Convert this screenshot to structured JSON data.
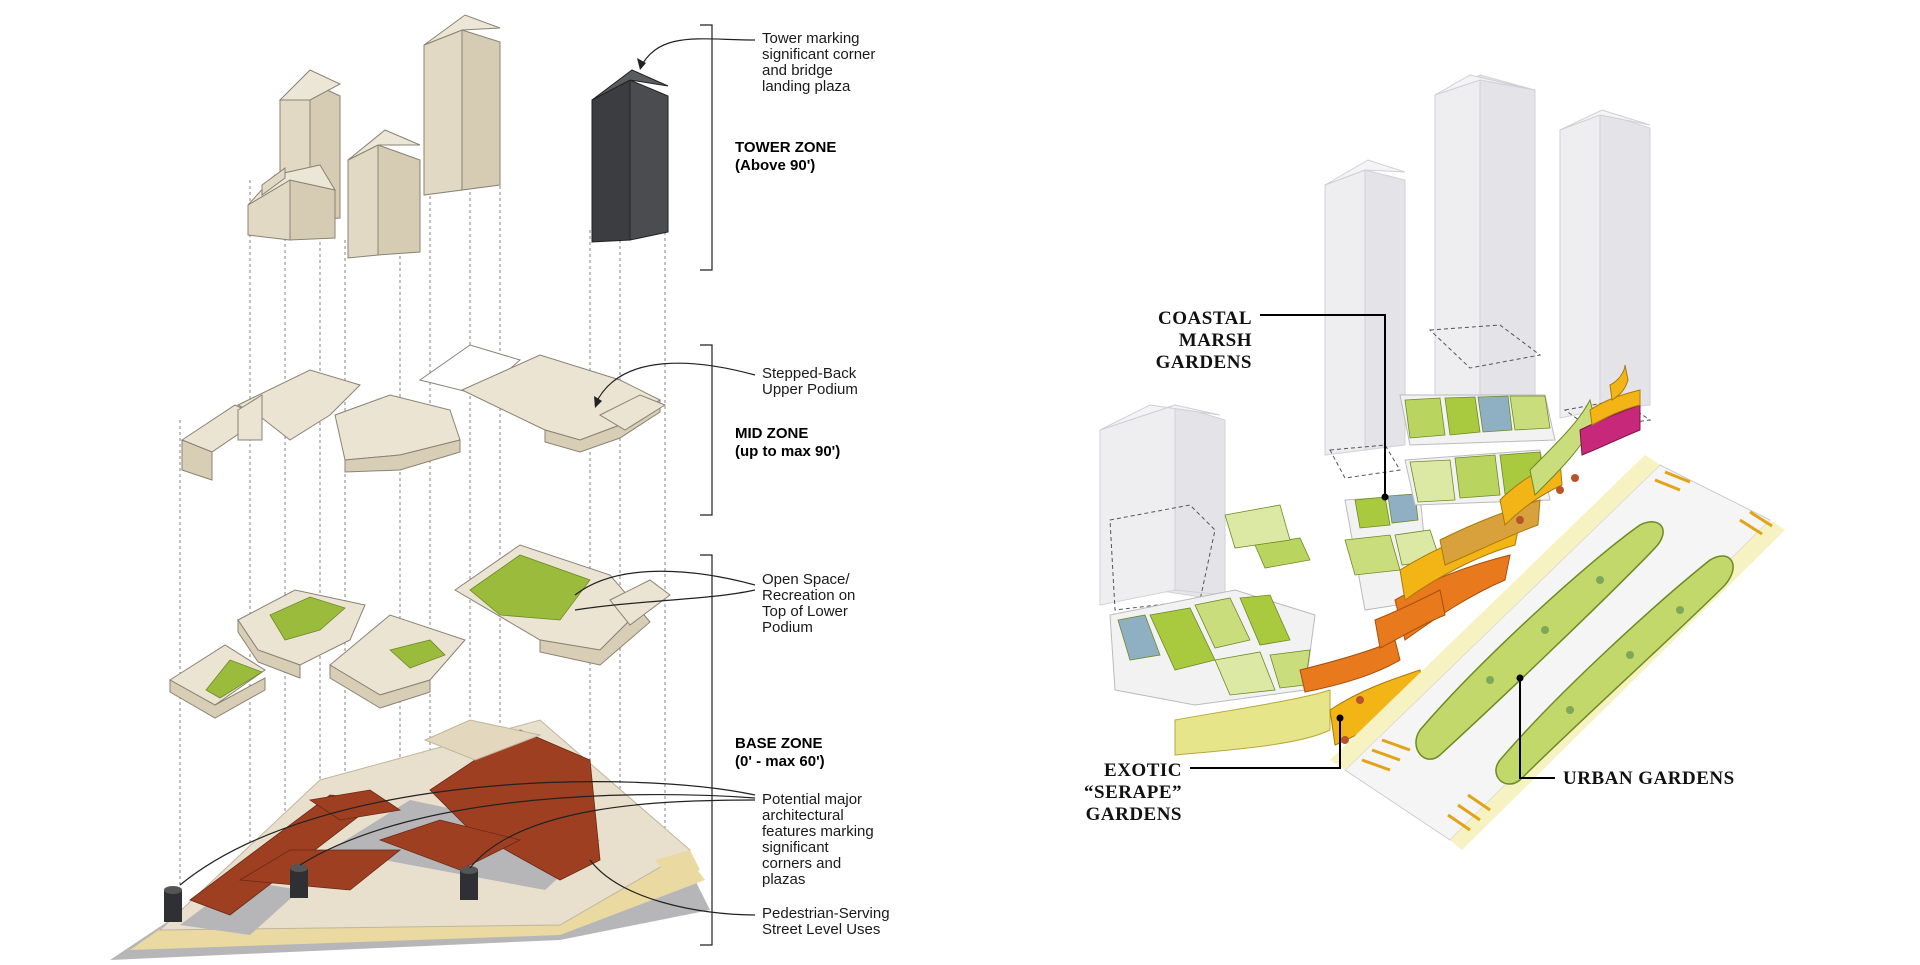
{
  "left_diagram": {
    "zones": [
      {
        "id": "tower",
        "name": "TOWER ZONE",
        "range": "(Above 90')"
      },
      {
        "id": "mid",
        "name": "MID ZONE",
        "range": "(up to max 90')"
      },
      {
        "id": "base",
        "name": "BASE ZONE",
        "range": "(0' - max 60')"
      }
    ],
    "callouts": {
      "tower": [
        "Tower marking",
        "significant corner",
        "and bridge",
        "landing plaza"
      ],
      "stepped": [
        "Stepped-Back",
        "Upper Podium"
      ],
      "open_space": [
        "Open Space/",
        "Recreation on",
        "Top of Lower",
        "Podium"
      ],
      "features": [
        "Potential major",
        "architectural",
        "features marking",
        "significant",
        "corners and",
        "plazas"
      ],
      "street": [
        "Pedestrian-Serving",
        "Street Level Uses"
      ]
    },
    "colors": {
      "tower_accent": "#3d3f42",
      "roof_green": "#9bbb3c",
      "street_level": "#9e3f22"
    }
  },
  "right_diagram": {
    "labels": {
      "coastal": [
        "COASTAL",
        "MARSH",
        "GARDENS"
      ],
      "serape": [
        "EXOTIC",
        "“SERAPE”",
        "GARDENS"
      ],
      "urban": [
        "URBAN GARDENS"
      ]
    },
    "colors": {
      "garden_green": "#a9c93f",
      "serape_orange": "#e87a1d",
      "serape_yellow": "#f2b515",
      "serape_magenta": "#c8287a"
    }
  }
}
